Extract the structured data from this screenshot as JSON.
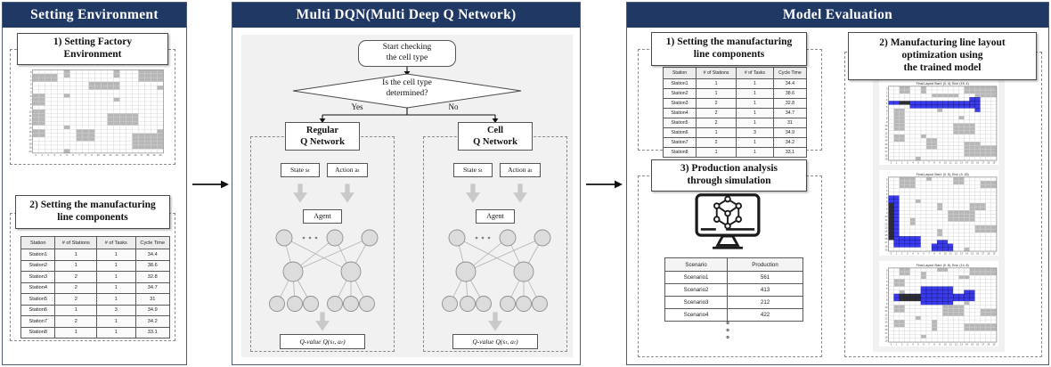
{
  "colors": {
    "header_bg": "#1f3864",
    "panel_border": "#4a5d7d",
    "grid_gray": "#b7b7b7",
    "path_blue": "#3b3bee",
    "path_dark": "#2e2e2e",
    "node_fill": "#dcdcdc"
  },
  "panels": {
    "left": {
      "title": "Setting Environment",
      "section1": {
        "line1": "1) Setting Factory",
        "line2": "Environment"
      },
      "section2": {
        "line1": "2) Setting the manufacturing",
        "line2": "line components"
      }
    },
    "middle": {
      "title": "Multi DQN(Multi Deep Q Network)",
      "start": {
        "line1": "Start checking",
        "line2": "the cell type"
      },
      "decision": {
        "line1": "Is the cell type",
        "line2": "determined?"
      },
      "yes_label": "Yes",
      "no_label": "No",
      "branches": [
        {
          "name1": "Regular",
          "name2": "Q Network",
          "state": "State sₜ",
          "action": "Action aₜ",
          "agent": "Agent",
          "qvalue": "Q-value Q(sₜ, aₜ)"
        },
        {
          "name1": "Cell",
          "name2": "Q Network",
          "state": "State sₜ",
          "action": "Action aₜ",
          "agent": "Agent",
          "qvalue": "Q-value Q(sₜ, aₜ)"
        }
      ]
    },
    "right": {
      "title": "Model Evaluation",
      "section1": {
        "line1": "1) Setting the manufacturing",
        "line2": "line components"
      },
      "section2": {
        "line1": "2) Manufacturing line layout",
        "line2": "optimization using",
        "line3": "the trained model"
      },
      "section3": {
        "line1": "3) Production analysis",
        "line2": "through simulation"
      },
      "ellipsis": "o\no\no"
    }
  },
  "station_table": {
    "headers": [
      "Station",
      "# of Stations",
      "# of Tasks",
      "Cycle Time"
    ],
    "rows": [
      [
        "Station1",
        "1",
        "1",
        "34.4"
      ],
      [
        "Station2",
        "1",
        "1",
        "38.6"
      ],
      [
        "Station3",
        "2",
        "1",
        "32.8"
      ],
      [
        "Station4",
        "2",
        "1",
        "34.7"
      ],
      [
        "Station5",
        "2",
        "1",
        "31"
      ],
      [
        "Station6",
        "1",
        "3",
        "34.9"
      ],
      [
        "Station7",
        "2",
        "1",
        "34.2"
      ],
      [
        "Station8",
        "1",
        "1",
        "33.1"
      ]
    ]
  },
  "scenario_table": {
    "headers": [
      "Scenario",
      "Production"
    ],
    "rows": [
      [
        "Scenario1",
        "561"
      ],
      [
        "Scenario2",
        "413"
      ],
      [
        "Scenario3",
        "212"
      ],
      [
        "Scenario4",
        "422"
      ]
    ]
  },
  "grids": {
    "factory": {
      "pattern": [
        ".....g.......g...gggg",
        "gggg.g.......g...gggg",
        "gggg.............gggg",
        ".........ggggg.......",
        ".........ggggg......g",
        ".....................",
        "gg...g...............",
        "gg...........g.......",
        "gg...................",
        ".....................",
        "gg...................",
        "gg..........ggggg....",
        "gg..........ggggg....",
        "gg..........ggggg....",
        ".....g...............",
        "gg.....ggg..........g",
        "gg.....ggg......ggggg",
        ".......ggg......ggggg",
        "................ggggg",
        "................ggggg",
        ".....g..............."
      ]
    },
    "layouts": [
      {
        "title": "Final Layout Start: (0, 4), End: (15, 4)",
        "pattern": [
          "..gg..g.......gggggg",
          "..gg..g.......gggggg",
          "........ggggg...gggg",
          "...............bb...",
          "bbddbbbbbbbbbbbbb...",
          "....bbbbbbbbbbbbb...",
          ".gg......g......b...",
          ".gg.................",
          ".gg..........g......",
          ".gg.................",
          ".gg.........gggg....",
          ".gg.........gggg....",
          "............gggg....",
          ".gg...g.............",
          ".gg....gg...........",
          ".......gg.....ggg...",
          ".......gg.....gggggg",
          "..............gggggg",
          "..............gggggg",
          ".....g.............."
        ]
      },
      {
        "title": "Final Layout Start: (0, 5), End: (9, 18)",
        "pattern": [
          "..ggg..g....gg......",
          "..ggg.......gg...ggg",
          "..ggg............ggg",
          "....................",
          "....................",
          "bb..................",
          "bb...g..............",
          "db.......g.....ggg..",
          "db.......g.....ggg..",
          "db.........ggggg....",
          "db.........ggggg....",
          "db..g......ggggg....",
          "db..g...............",
          "db..............gggg",
          "db.......g......gggg",
          "db.......g..........",
          "dbbbbb..............",
          ".bbbbb...bb.........",
          ".bbbbb..bbbb........",
          "........bbbb..g....."
        ]
      },
      {
        "title": "Final Layout Start: (0, 8), End: (14, 8)",
        "pattern": [
          "..gg.....gg....ggggg",
          "..gg..g........ggggg",
          "......g......gg.....",
          ".gg.................",
          ".gg.................",
          "......bbbbbb........",
          "..g...bbbbbb..bb....",
          ".bddddbbbbbbbbbb....",
          ".bddddbbbbbbbbbb....",
          "......bbbbbb..g.....",
          ".gg.......gggg......",
          ".gg.......gggg...ggg",
          "..........gggg...ggg",
          ".....g..............",
          ".gg.....g...........",
          ".gg.....g.....gggggg",
          "........g.....gggggg",
          "....................",
          "......g.............",
          "...................."
        ]
      }
    ]
  }
}
